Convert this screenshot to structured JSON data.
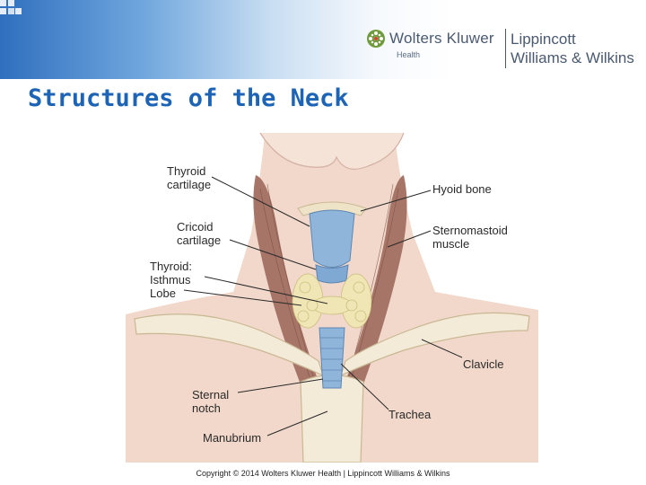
{
  "header": {
    "wk_brand": "Wolters Kluwer",
    "wk_sub": "Health",
    "lww_line1": "Lippincott",
    "lww_line2": "Williams & Wilkins"
  },
  "slide": {
    "title": "Structures of the Neck"
  },
  "figure_labels": {
    "thyroid_cartilage_1": "Thyroid",
    "thyroid_cartilage_2": "cartilage",
    "cricoid_cartilage_1": "Cricoid",
    "cricoid_cartilage_2": "cartilage",
    "thyroid_1": "Thyroid:",
    "thyroid_2": "Isthmus",
    "thyroid_3": "Lobe",
    "sternal_notch_1": "Sternal",
    "sternal_notch_2": "notch",
    "manubrium": "Manubrium",
    "hyoid_bone": "Hyoid bone",
    "sternomastoid_1": "Sternomastoid",
    "sternomastoid_2": "muscle",
    "clavicle": "Clavicle",
    "trachea": "Trachea"
  },
  "footer": {
    "copyright": "Copyright © 2014 Wolters Kluwer Health | Lippincott Williams & Wilkins"
  },
  "colors": {
    "title": "#1d64b6",
    "skin": "#f1d8ca",
    "bone": "#f3ead8",
    "muscle": "#a67568",
    "cartilage": "#8fb6da",
    "thyroid": "#f0e6b5"
  },
  "icons": [
    "globe-logo-icon"
  ]
}
